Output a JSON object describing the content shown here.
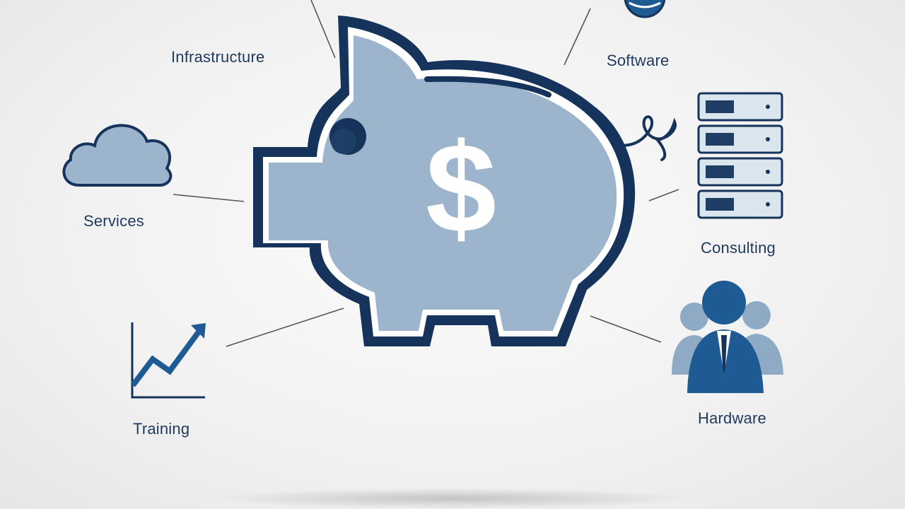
{
  "diagram": {
    "center": {
      "symbol": "$"
    },
    "labels": {
      "infrastructure": "Infrastructure",
      "software": "Software",
      "services": "Services",
      "consulting": "Consulting",
      "training": "Training",
      "hardware": "Hardware"
    }
  },
  "colors": {
    "navy": "#16335c",
    "pig_fill": "#9db5cc",
    "accent_blue": "#1e5a93",
    "line_gray": "#555555"
  },
  "icons": [
    "piggy-bank-icon",
    "dollar-sign-icon",
    "cloud-icon",
    "server-rack-icon",
    "growth-chart-icon",
    "people-group-icon",
    "globe-icon"
  ]
}
